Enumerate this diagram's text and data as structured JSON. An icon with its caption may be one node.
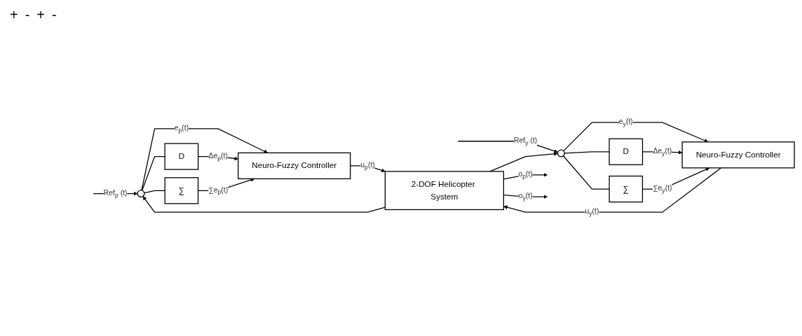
{
  "diagram": {
    "nodes": [
      {
        "text": [],
        "shape": "circle"
      },
      {
        "text": [
          "D"
        ]
      },
      {
        "text": [
          "∑"
        ]
      },
      {
        "text": [
          "Neuro-Fuzzy Controller"
        ]
      },
      {
        "text": [],
        "shape": "circle"
      },
      {
        "text": [
          "D"
        ]
      },
      {
        "text": [
          "∑"
        ]
      },
      {
        "text": [
          "Neuro-Fuzzy Controller"
        ]
      },
      {
        "text": [
          "2-DOF Helicopter System"
        ]
      }
    ],
    "edges": [
      {
        "from": null,
        "to": 0,
        "arrow": "to",
        "label": "Ref$_{p}$ (t)"
      },
      {
        "from": 0,
        "to": 3,
        "arrow": "to",
        "label": "e$_{p}$(t)"
      },
      {
        "from": 0,
        "to": 1,
        "arrow": "none"
      },
      {
        "from": 1,
        "to": 3,
        "arrow": "to",
        "label": "Δe$_{p}$(t)"
      },
      {
        "from": 0,
        "to": 2,
        "arrow": "none"
      },
      {
        "from": 2,
        "to": 3,
        "arrow": "to",
        "label": "∑e$_{p}$(t)"
      },
      {
        "from": null,
        "to": 4,
        "arrow": "to",
        "label": "Ref$_{y}$ (t)"
      },
      {
        "from": 4,
        "to": 7,
        "arrow": "to",
        "label": "e$_{y}$(t)"
      },
      {
        "from": 4,
        "to": 5,
        "arrow": "none"
      },
      {
        "from": 5,
        "to": 7,
        "arrow": "to",
        "label": "Δe$_{y}$(t)"
      },
      {
        "from": 4,
        "to": 6,
        "arrow": "none"
      },
      {
        "from": 6,
        "to": 7,
        "arrow": "to",
        "label": "∑e$_{y}$(t)"
      },
      {
        "from": 3,
        "to": 8,
        "arrow": "to",
        "label": "u$_{p}$(t)"
      },
      {
        "from": 7,
        "to": 8,
        "arrow": "to",
        "label": "u$_{y}$(t)"
      },
      {
        "from": 8,
        "to": null,
        "arrow": "to",
        "label": "o$_{p}$(t)"
      },
      {
        "from": 8,
        "to": 0,
        "arrow": "to"
      },
      {
        "from": 8,
        "to": null,
        "arrow": "to",
        "label": "o$_{y}$(t)"
      },
      {
        "from": 8,
        "to": 4,
        "arrow": "to"
      }
    ],
    "labels": [
      "+",
      "-",
      "+",
      "-"
    ]
  }
}
